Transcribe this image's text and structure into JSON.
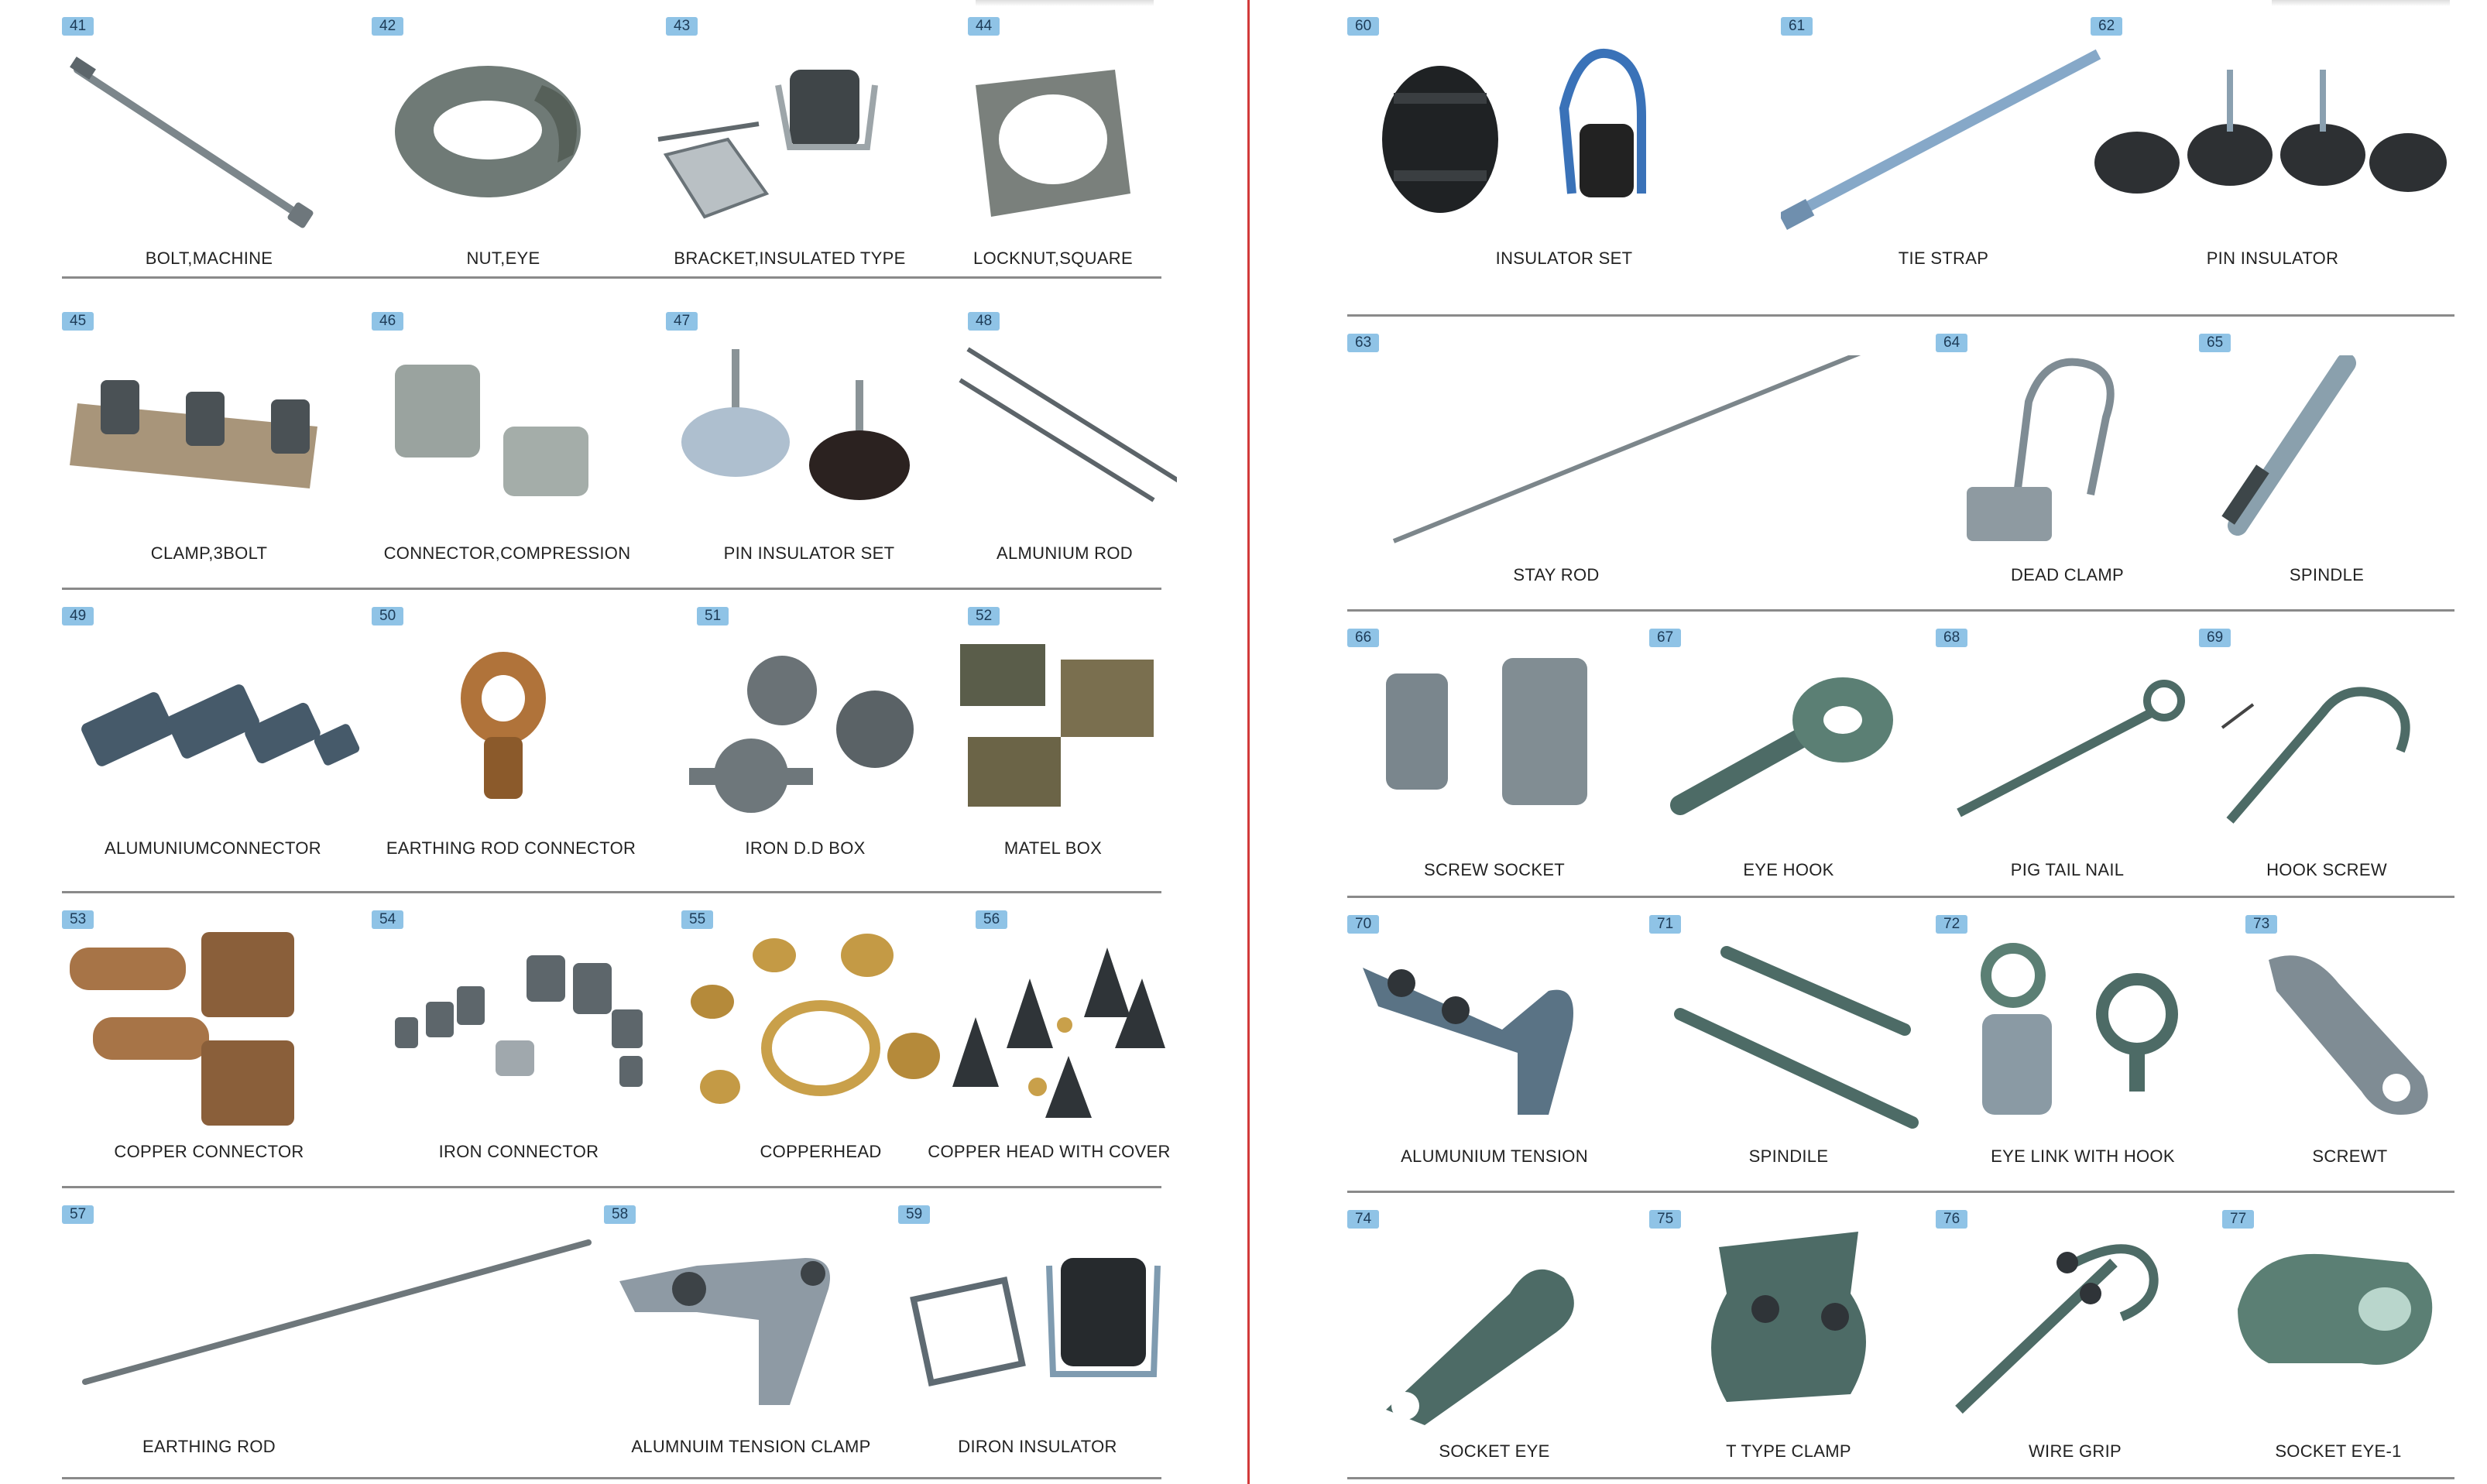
{
  "left_page": {
    "rows": [
      {
        "items": [
          {
            "num": "41",
            "label": "BOLT,MACHINE",
            "icon": "machine-bolt-icon"
          },
          {
            "num": "42",
            "label": "NUT,EYE",
            "icon": "eye-nut-icon"
          },
          {
            "num": "43",
            "label": "BRACKET,INSULATED TYPE",
            "icon": "insulated-bracket-icon"
          },
          {
            "num": "44",
            "label": "LOCKNUT,SQUARE",
            "icon": "square-locknut-icon"
          }
        ]
      },
      {
        "items": [
          {
            "num": "45",
            "label": "CLAMP,3BOLT",
            "icon": "three-bolt-clamp-icon"
          },
          {
            "num": "46",
            "label": "CONNECTOR,COMPRESSION",
            "icon": "compression-connector-icon"
          },
          {
            "num": "47",
            "label": "PIN INSULATOR SET",
            "icon": "pin-insulator-set-icon"
          },
          {
            "num": "48",
            "label": "ALMUNIUM ROD",
            "icon": "aluminium-rod-icon"
          }
        ]
      },
      {
        "items": [
          {
            "num": "49",
            "label": "ALUMUNIUMCONNECTOR",
            "icon": "aluminium-connector-icon"
          },
          {
            "num": "50",
            "label": "EARTHING ROD CONNECTOR",
            "icon": "earthing-rod-connector-icon"
          },
          {
            "num": "51",
            "label": "IRON D.D BOX",
            "icon": "iron-dd-box-icon"
          },
          {
            "num": "52",
            "label": "MATEL BOX",
            "icon": "metal-box-icon"
          }
        ]
      },
      {
        "items": [
          {
            "num": "53",
            "label": "COPPER CONNECTOR",
            "icon": "copper-connector-icon"
          },
          {
            "num": "54",
            "label": "IRON CONNECTOR",
            "icon": "iron-connector-icon"
          },
          {
            "num": "55",
            "label": "COPPERHEAD",
            "icon": "copperhead-icon"
          },
          {
            "num": "56",
            "label": "COPPER HEAD WITH COVER",
            "icon": "copper-head-cover-icon"
          }
        ]
      },
      {
        "items": [
          {
            "num": "57",
            "label": "EARTHING ROD",
            "icon": "earthing-rod-icon"
          },
          {
            "num": "58",
            "label": "ALUMNUIM TENSION CLAMP",
            "icon": "tension-clamp-icon"
          },
          {
            "num": "59",
            "label": "DIRON INSULATOR",
            "icon": "diron-insulator-icon"
          }
        ]
      }
    ]
  },
  "right_page": {
    "rows": [
      {
        "items": [
          {
            "num": "60",
            "label": "INSULATOR SET",
            "icon": "insulator-set-icon"
          },
          {
            "num": "61",
            "label": "TIE STRAP",
            "icon": "tie-strap-icon"
          },
          {
            "num": "62",
            "label": "PIN INSULATOR",
            "icon": "pin-insulator-icon"
          }
        ]
      },
      {
        "items": [
          {
            "num": "63",
            "label": "STAY ROD",
            "icon": "stay-rod-icon"
          },
          {
            "num": "64",
            "label": "DEAD CLAMP",
            "icon": "dead-clamp-icon"
          },
          {
            "num": "65",
            "label": "SPINDLE",
            "icon": "spindle-icon"
          }
        ]
      },
      {
        "items": [
          {
            "num": "66",
            "label": "SCREW SOCKET",
            "icon": "screw-socket-icon"
          },
          {
            "num": "67",
            "label": "EYE HOOK",
            "icon": "eye-hook-icon"
          },
          {
            "num": "68",
            "label": "PIG TAIL NAIL",
            "icon": "pig-tail-nail-icon"
          },
          {
            "num": "69",
            "label": "HOOK SCREW",
            "icon": "hook-screw-icon"
          }
        ]
      },
      {
        "items": [
          {
            "num": "70",
            "label": "ALUMUNIUM TENSION",
            "icon": "aluminium-tension-icon"
          },
          {
            "num": "71",
            "label": "SPINDILE",
            "icon": "spindile-icon"
          },
          {
            "num": "72",
            "label": "EYE LINK WITH HOOK",
            "icon": "eye-link-hook-icon"
          },
          {
            "num": "73",
            "label": "SCREWT",
            "icon": "screwt-icon"
          }
        ]
      },
      {
        "items": [
          {
            "num": "74",
            "label": "SOCKET EYE",
            "icon": "socket-eye-icon"
          },
          {
            "num": "75",
            "label": "T TYPE CLAMP",
            "icon": "t-type-clamp-icon"
          },
          {
            "num": "76",
            "label": "WIRE GRIP",
            "icon": "wire-grip-icon"
          },
          {
            "num": "77",
            "label": "SOCKET EYE-1",
            "icon": "socket-eye-1-icon"
          }
        ]
      }
    ]
  },
  "colors": {
    "badge": "#8fc3e6",
    "gutter": "#d23a3a",
    "rule": "#8a8a8a",
    "metal": "#8a949a",
    "copper": "#b0733a",
    "dark": "#2f3438",
    "teal": "#5b7f74"
  }
}
